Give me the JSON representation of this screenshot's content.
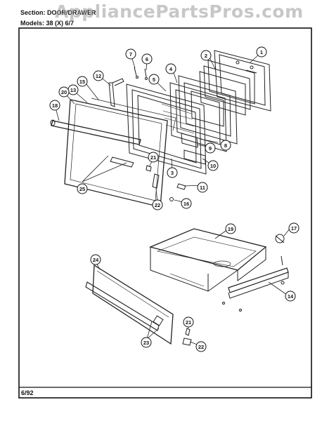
{
  "header": {
    "section": "Section: DOOR/DRAWER",
    "model": "Models: 38 (X) 6/7"
  },
  "watermark": "AppliancePartsPros.com",
  "footer": {
    "date": "6/92"
  },
  "callouts": [
    {
      "num": "1",
      "name": "callout-1"
    },
    {
      "num": "2",
      "name": "callout-2"
    },
    {
      "num": "3",
      "name": "callout-3"
    },
    {
      "num": "4",
      "name": "callout-4"
    },
    {
      "num": "5",
      "name": "callout-5"
    },
    {
      "num": "6",
      "name": "callout-6"
    },
    {
      "num": "7",
      "name": "callout-7"
    },
    {
      "num": "8",
      "name": "callout-8"
    },
    {
      "num": "9",
      "name": "callout-9"
    },
    {
      "num": "10",
      "name": "callout-10"
    },
    {
      "num": "11",
      "name": "callout-11"
    },
    {
      "num": "12",
      "name": "callout-12"
    },
    {
      "num": "13",
      "name": "callout-13"
    },
    {
      "num": "15",
      "name": "callout-15"
    },
    {
      "num": "16",
      "name": "callout-16"
    },
    {
      "num": "18",
      "name": "callout-18"
    },
    {
      "num": "20",
      "name": "callout-20"
    },
    {
      "num": "21",
      "name": "callout-21-upper"
    },
    {
      "num": "22",
      "name": "callout-22-upper"
    },
    {
      "num": "25",
      "name": "callout-25"
    },
    {
      "num": "19",
      "name": "callout-19"
    },
    {
      "num": "17",
      "name": "callout-17"
    },
    {
      "num": "14",
      "name": "callout-14"
    },
    {
      "num": "24",
      "name": "callout-24"
    },
    {
      "num": "21",
      "name": "callout-21-lower"
    },
    {
      "num": "23",
      "name": "callout-23"
    },
    {
      "num": "22",
      "name": "callout-22-lower"
    }
  ]
}
